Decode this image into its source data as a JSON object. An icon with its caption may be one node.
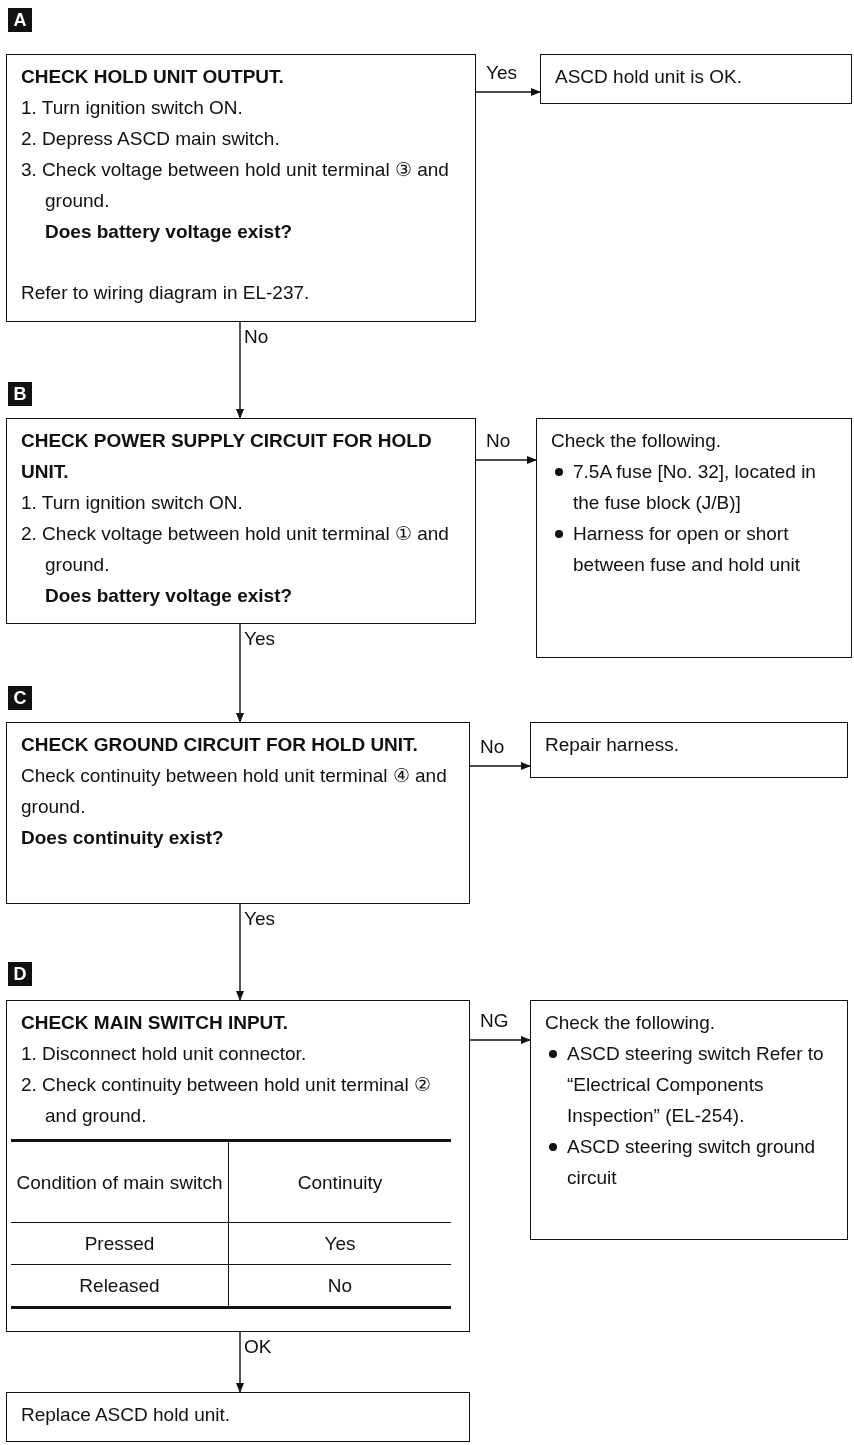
{
  "diagram": {
    "nodes": [
      {
        "text": [
          "CHECK HOLD UNIT OUTPUT.",
          "1. Turn ignition switch ON.",
          "2. Depress ASCD main switch.",
          "3. Check voltage between hold unit terminal ③ and ground.",
          "Does battery voltage exist?",
          "Refer to wiring diagram in EL-237."
        ]
      },
      {
        "text": [
          "ASCD hold unit is OK."
        ]
      },
      {
        "text": [
          "CHECK POWER SUPPLY CIRCUIT FOR HOLD UNIT.",
          "1. Turn ignition switch ON.",
          "2. Check voltage between hold unit terminal ① and ground.",
          "Does battery voltage exist?"
        ]
      },
      {
        "text": [
          "Check the following.",
          "7.5A fuse [No. 32], located in the fuse block (J/B)]",
          "Harness for open or short between fuse and hold unit"
        ]
      },
      {
        "text": [
          "CHECK GROUND CIRCUIT FOR HOLD UNIT.",
          "Check continuity between hold unit terminal ④ and ground.",
          "Does continuity exist?"
        ]
      },
      {
        "text": [
          "Repair harness."
        ]
      },
      {
        "text": [
          "CHECK MAIN SWITCH INPUT.",
          "1. Disconnect hold unit connector.",
          "2. Check continuity between hold unit terminal ② and ground."
        ]
      },
      {
        "text": [
          "Check the following.",
          "ASCD steering switch Refer to “Electrical Components Inspection” (EL-254).",
          "ASCD steering switch ground circuit"
        ]
      },
      {
        "text": [
          "Replace ASCD hold unit."
        ]
      }
    ],
    "edges": [
      {
        "from": 0,
        "to": 1,
        "arrow": "to",
        "label": "Yes"
      },
      {
        "from": 0,
        "to": 2,
        "arrow": "to",
        "label": "No"
      },
      {
        "from": 2,
        "to": 3,
        "arrow": "to",
        "label": "No"
      },
      {
        "from": 2,
        "to": 4,
        "arrow": "to",
        "label": "Yes"
      },
      {
        "from": 4,
        "to": 5,
        "arrow": "to",
        "label": "No"
      },
      {
        "from": 4,
        "to": 6,
        "arrow": "to",
        "label": "Yes"
      },
      {
        "from": 6,
        "to": 7,
        "arrow": "to",
        "label": "NG"
      },
      {
        "from": 6,
        "to": 8,
        "arrow": "to",
        "label": "OK"
      }
    ],
    "labels": [
      "A",
      "B",
      "C",
      "D",
      "Condition of main switch",
      "Continuity",
      "Pressed",
      "Yes",
      "Released",
      "No"
    ]
  }
}
